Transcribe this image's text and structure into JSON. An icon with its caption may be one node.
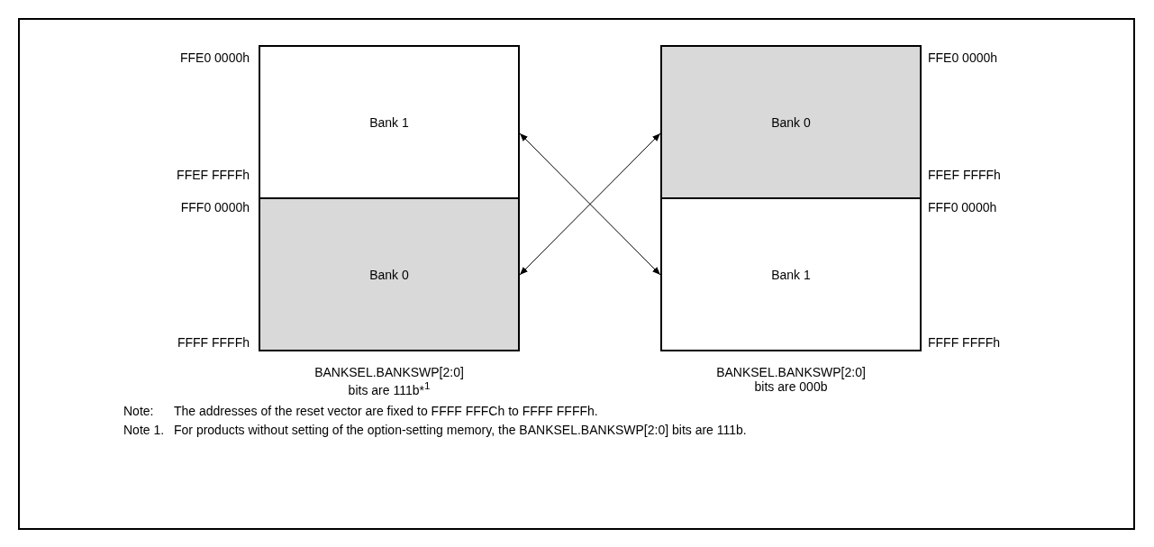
{
  "diagram": {
    "nodes": [
      {
        "text": [
          "Bank 1"
        ]
      },
      {
        "text": [
          "Bank 0"
        ]
      },
      {
        "text": [
          "Bank 0"
        ]
      },
      {
        "text": [
          "Bank 1"
        ]
      }
    ],
    "edges": [
      {
        "from": 0,
        "to": 3,
        "arrow": "both"
      },
      {
        "from": 1,
        "to": 2,
        "arrow": "both"
      }
    ],
    "labels": [
      "FFE0 0000h",
      "FFE0 0000h",
      "FFEF FFFFh",
      "FFEF FFFFh",
      "FFF0 0000h",
      "FFF0 0000h",
      "FFFF FFFFh",
      "FFFF FFFFh",
      "BANKSEL.BANKSWP[2:0] bits are 111b*$^{1}$",
      "BANKSEL.BANKSWP[2:0] bits are 000b",
      "Note:",
      "The addresses of the reset vector are fixed to FFFF FFFCh to FFFF FFFFh.",
      "Note 1.",
      "For products without setting of the option-setting memory, the BANKSEL.BANKSWP[2:0] bits are 111b."
    ]
  }
}
